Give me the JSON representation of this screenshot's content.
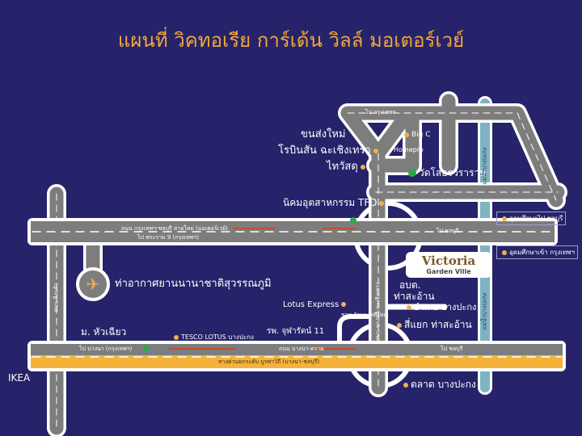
{
  "title": "แผนที่ วิคทอเรีย การ์เด้น วิลล์ มอเตอร์เวย์",
  "logo": {
    "name": "Victoria",
    "sub": "Garden Ville"
  },
  "colors": {
    "background": "#26236a",
    "title": "#f2a63a",
    "road": "#7d7d7d",
    "highway": "#f4b23c",
    "canal": "#7fb3c2",
    "poi": "#f2b04a",
    "station": "#2fa84a"
  },
  "landmarks": {
    "khon_song": "ขนส่งใหม่",
    "robinson": "โรบินสัน ฉะเชิงเทรา",
    "thaiwatsadu": "ไทวัสดุ",
    "bigc": "Big C",
    "homepro": "Homepro",
    "wat": "วัดโสธรวราราม",
    "tfd": "นิคมอุตสาหกรรม TFD",
    "airport": "ท่าอากาศยานนานาชาติสุวรรณภูมิ",
    "lotus_express": "Lotus Express",
    "hospital": "รพ. จุฬารัตน์ 11",
    "tesco": "TESCO LOTUS บางปะกง",
    "huachiew": "ม. หัวเฉียว",
    "ikea": "IKEA",
    "obt": "อบต.",
    "tha_saan": "ท่าสะอ้าน",
    "amphoe": "อำเภอ บางปะกง",
    "intersection": "สี่แยก ท่าสะอ้าน",
    "market": "ตลาด บางปะกง"
  },
  "roads": {
    "top": "ไป กรุงเทพฯ",
    "motorway": "ถนน กรุงเทพฯ-ชลบุรี สายใหม่ (มอเตอร์เวย์)",
    "motorway_west": "ไป พระราม 9 (กรุงเทพฯ)",
    "motorway_east": "ไป ชลบุรี",
    "bangna_west": "ไป บางนา (กรุงเทพฯ)",
    "bangna": "ถนน บางนา-ตราด",
    "expressway": "ทางด่วนยกระดับ บูรพาวิถี (บางนา-ชลบุรี)",
    "bangna_east": "ไป ชลบุรี",
    "left_vertical": "ถนน กิ่งแก้ว",
    "center_vertical": "ถนน บางนา-ฉะเชิงเทรา",
    "side_road": "ซอย วัดบางพลีใหญ่",
    "river": "แม่น้ำบางปะกง",
    "bus_chonburi": "อุดมศึกษาไป ชลบุรี",
    "bus_bangkok": "อุดมศึกษาเข้า กรุงเทพฯ"
  }
}
